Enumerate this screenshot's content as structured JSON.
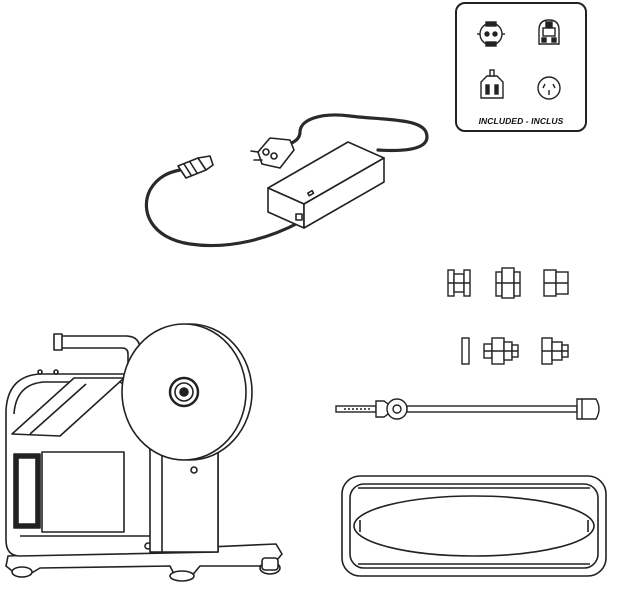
{
  "plug_panel": {
    "caption": "INCLUDED - INCLUS",
    "plug_types": [
      "eu-schuko-plug-icon",
      "uk-plug-icon",
      "us-plug-icon",
      "cn-au-plug-icon"
    ]
  },
  "components": [
    "power-adapter",
    "power-cord",
    "hub-adapters",
    "spindle-rod",
    "base-tray",
    "winder-machine"
  ],
  "colors": {
    "line": "#222222",
    "fill": "#ffffff",
    "cable": "#2a2a2a"
  }
}
